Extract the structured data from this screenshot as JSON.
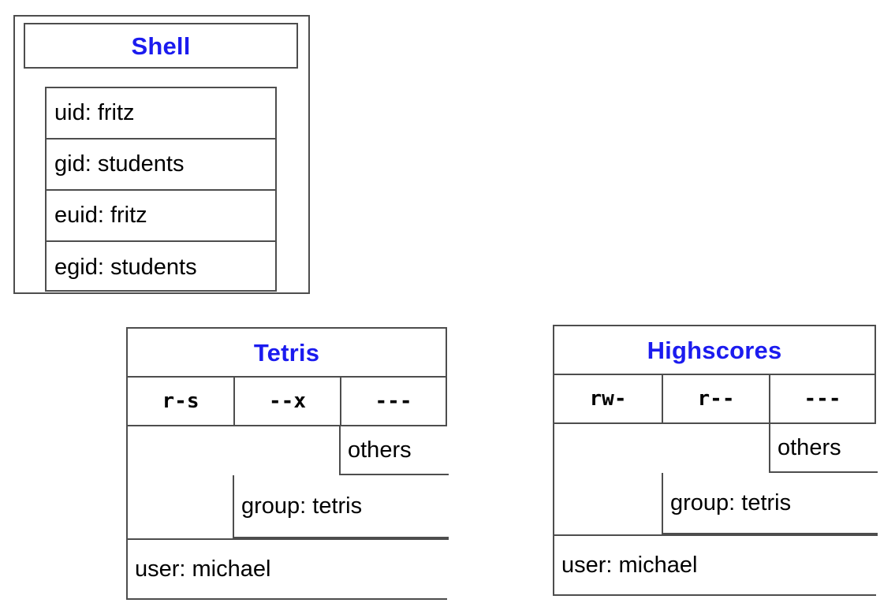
{
  "theme": {
    "background": "#ffffff",
    "border_color": "#4d4d4d",
    "title_color": "#1b1bef",
    "text_color": "#000000"
  },
  "process": {
    "title": "Shell",
    "attributes": [
      {
        "label": "uid: fritz"
      },
      {
        "label": "gid: students"
      },
      {
        "label": "euid: fritz"
      },
      {
        "label": "egid: students"
      }
    ]
  },
  "files": [
    {
      "title": "Tetris",
      "permissions": [
        {
          "scope": "user",
          "bits": "r-s"
        },
        {
          "scope": "group",
          "bits": "--x"
        },
        {
          "scope": "others",
          "bits": "---"
        }
      ],
      "scopes": {
        "others": "others",
        "group": "group: tetris",
        "user": "user: michael"
      }
    },
    {
      "title": "Highscores",
      "permissions": [
        {
          "scope": "user",
          "bits": "rw-"
        },
        {
          "scope": "group",
          "bits": "r--"
        },
        {
          "scope": "others",
          "bits": "---"
        }
      ],
      "scopes": {
        "others": "others",
        "group": "group: tetris",
        "user": "user: michael"
      }
    }
  ]
}
